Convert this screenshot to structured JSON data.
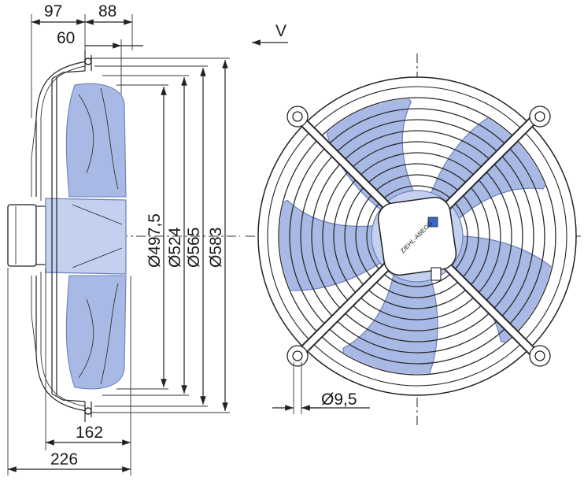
{
  "dimensions": {
    "d97": "97",
    "d88": "88",
    "d60": "60",
    "d162": "162",
    "d226": "226",
    "diam_497_5": "Ø497,5",
    "diam_524": "Ø524",
    "diam_565": "Ø565",
    "diam_583": "Ø583",
    "hole_9_5": "Ø9,5"
  },
  "airflow_label": "V",
  "brand_label": "ZIEHL-ABEGG",
  "colors": {
    "blade": "#a9b9e6",
    "blade_edge": "#6c7fb8",
    "hub": "#c3d0f0",
    "line": "#222222",
    "guard": "#2b2b2b"
  }
}
